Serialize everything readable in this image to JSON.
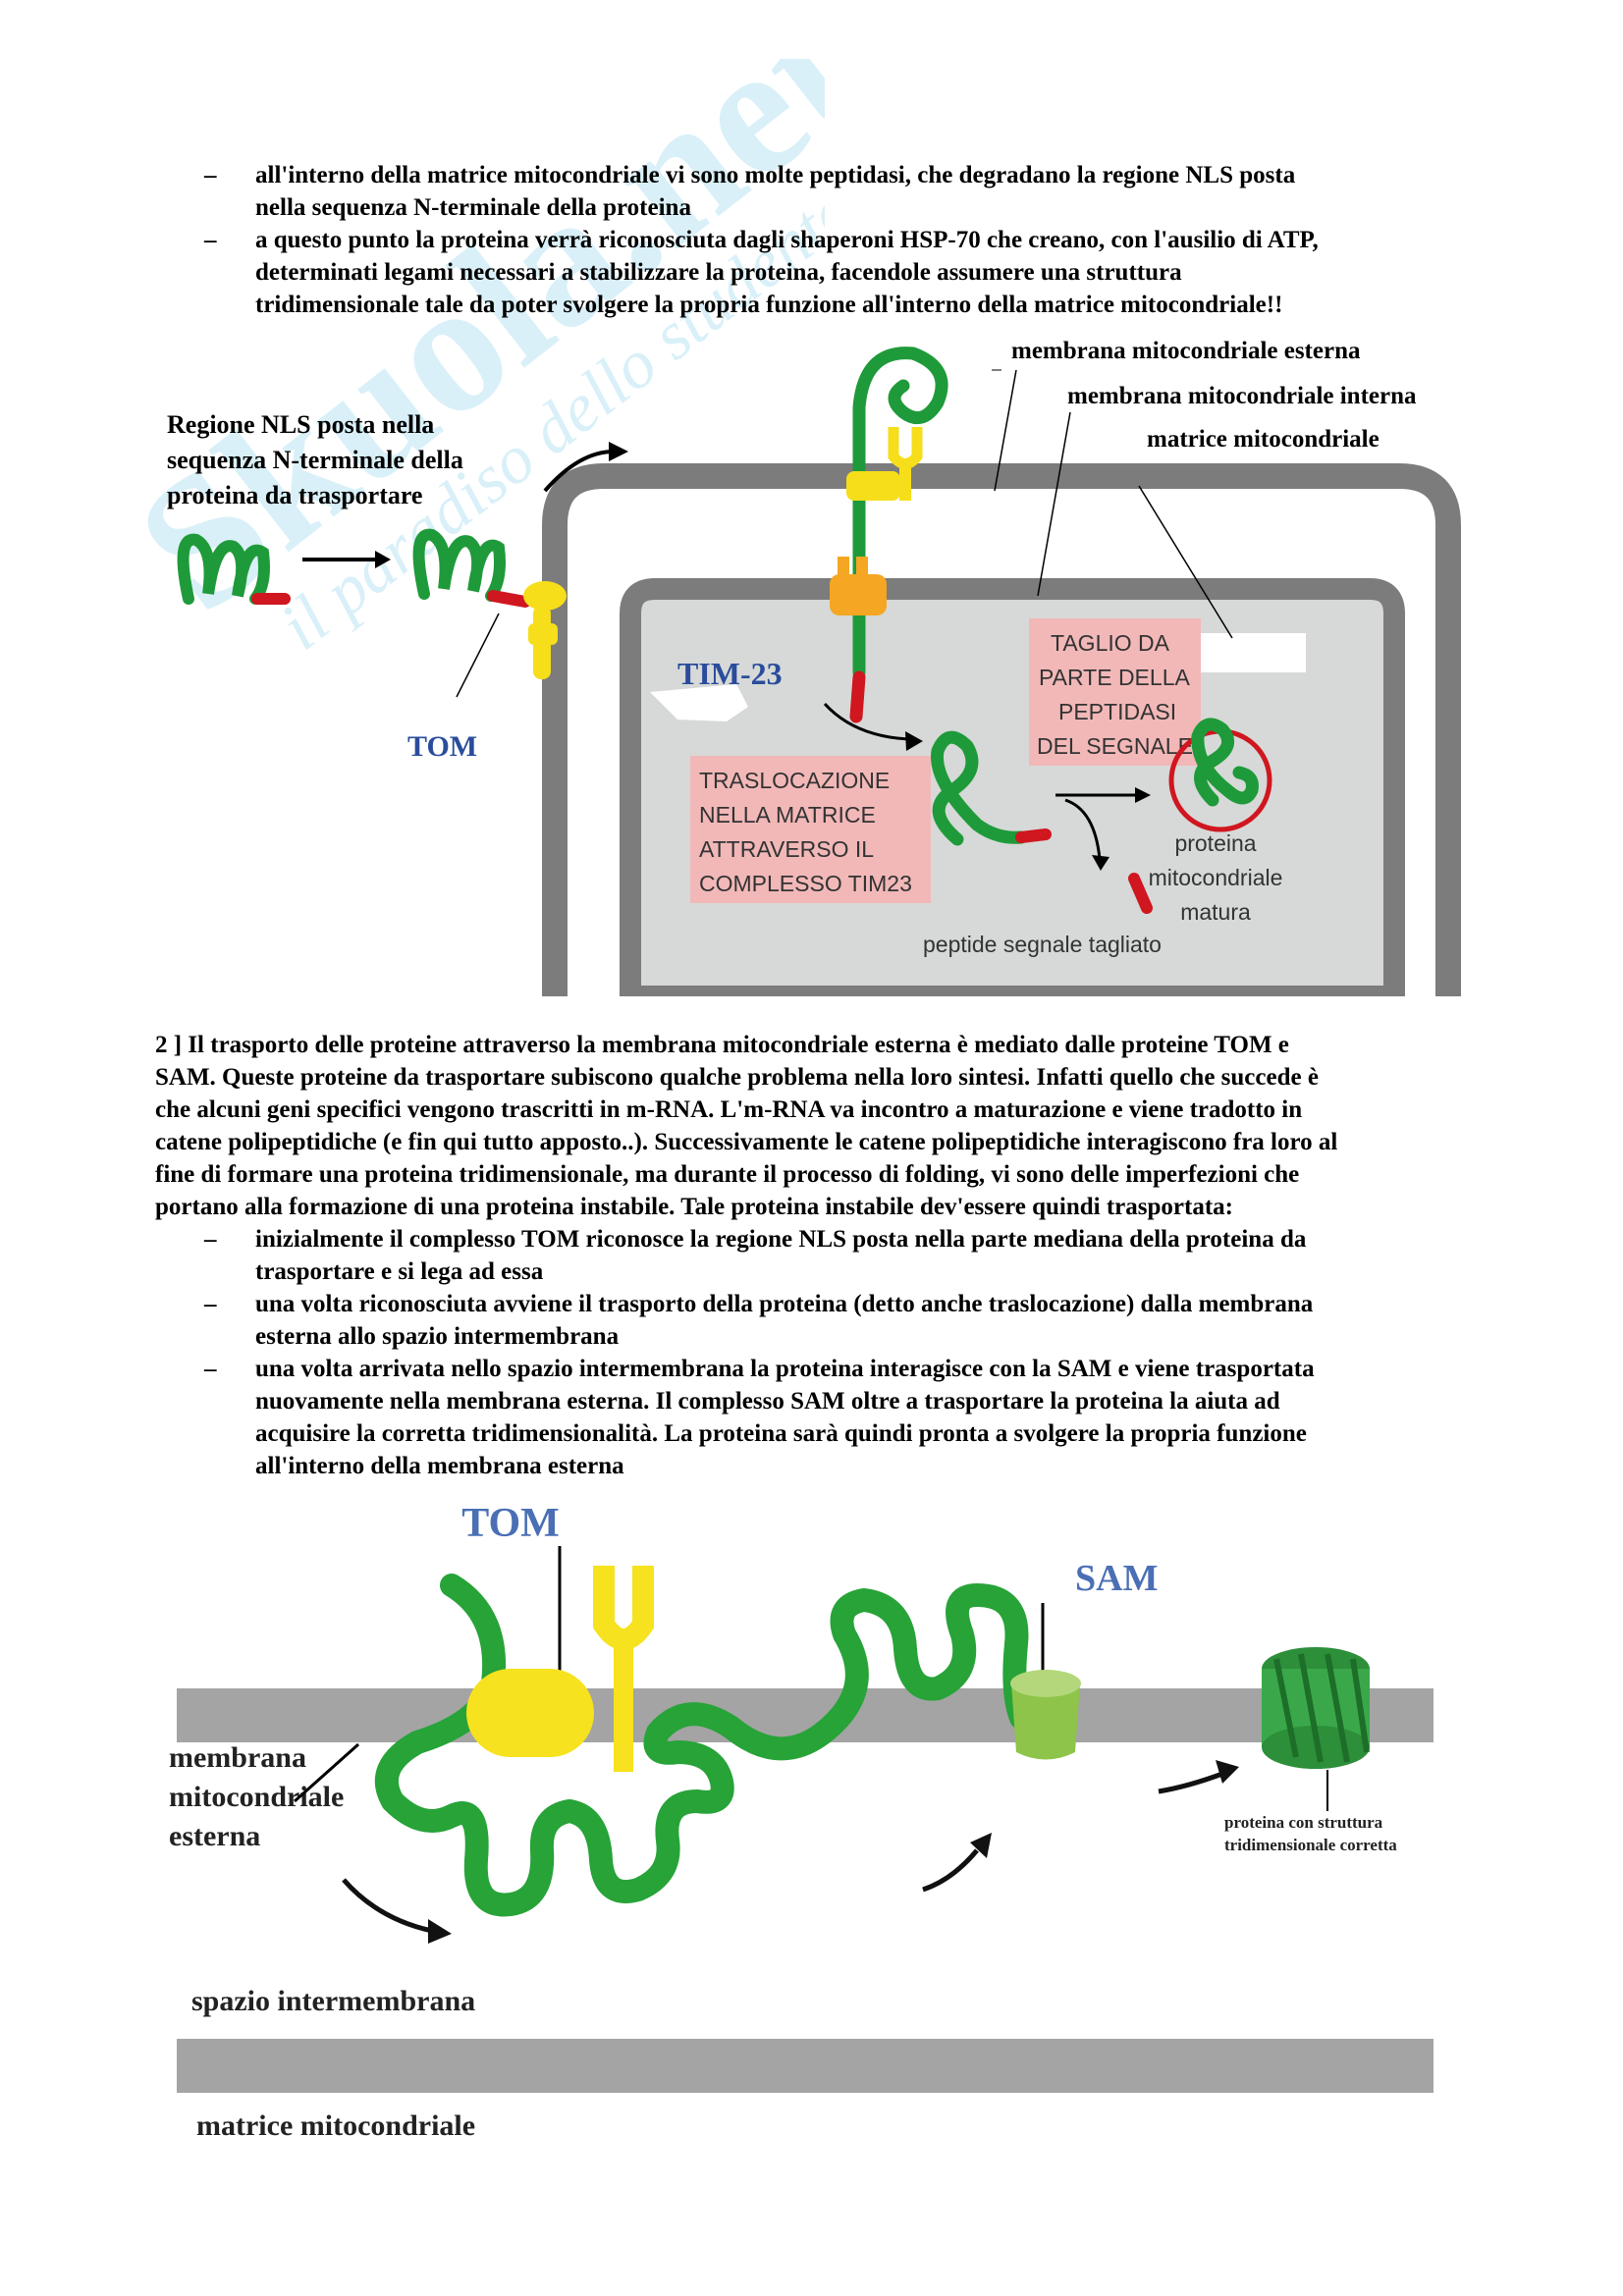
{
  "watermark": {
    "brand": "Skuola.net",
    "slogan": "il paradiso dello studente"
  },
  "intro_bullets": [
    {
      "dash": "–",
      "lines": [
        "all'interno della matrice mitocondriale vi sono molte peptidasi, che degradano la regione NLS posta",
        "nella sequenza N-terminale della proteina"
      ]
    },
    {
      "dash": "–",
      "lines": [
        "a questo punto la proteina verrà riconosciuta dagli shaperoni HSP-70 che creano, con l'ausilio di ATP,",
        "determinati legami necessari a stabilizzare la proteina, facendole assumere una struttura",
        "tridimensionale tale da poter svolgere la propria funzione all'interno della matrice mitocondriale!!"
      ]
    }
  ],
  "figure1": {
    "label_outer_membrane": "membrana mitocondriale esterna",
    "label_inner_membrane": "membrana mitocondriale interna",
    "label_matrix": "matrice mitocondriale",
    "label_nls": [
      "Regione NLS posta nella",
      "sequenza N-terminale della",
      "proteina da trasportare"
    ],
    "label_tom": "TOM",
    "label_tim23": "TIM-23",
    "box_translocation": [
      "TRASLOCAZIONE",
      "NELLA MATRICE",
      "ATTRAVERSO IL",
      "COMPLESSO TIM23"
    ],
    "box_cleavage": [
      "TAGLIO DA",
      "PARTE DELLA",
      "PEPTIDASI",
      "DEL SEGNALE"
    ],
    "label_mature": [
      "proteina",
      "mitocondriale",
      "matura"
    ],
    "label_cut_peptide": "peptide segnale tagliato",
    "colors": {
      "protein": "#1f9a3a",
      "signal": "#d0161f",
      "tom": "#f6de1a",
      "tim23": "#f5a623",
      "membrane": "#7b7c7b",
      "matrix": "#d6d9d7",
      "box": "#f2b8b8"
    }
  },
  "section2": {
    "paragraph": [
      "2 ] Il trasporto delle proteine attraverso la membrana mitocondriale esterna è mediato dalle proteine TOM e",
      "SAM. Queste proteine da trasportare subiscono qualche problema nella loro sintesi. Infatti quello che succede è",
      "che alcuni geni specifici vengono trascritti in m-RNA. L'm-RNA va incontro a maturazione e viene tradotto in",
      "catene polipeptidiche (e fin qui tutto apposto..). Successivamente le catene polipeptidiche interagiscono fra loro al",
      "fine di formare una proteina tridimensionale, ma durante il processo di folding, vi sono delle imperfezioni che",
      "portano alla formazione di una proteina instabile. Tale proteina instabile dev'essere quindi trasportata:"
    ],
    "bullets": [
      {
        "dash": "–",
        "lines": [
          "inizialmente il complesso TOM riconosce la regione NLS posta nella parte mediana della proteina da",
          "trasportare e si lega ad essa"
        ]
      },
      {
        "dash": "–",
        "lines": [
          "una volta riconosciuta avviene il trasporto della proteina (detto anche traslocazione) dalla membrana",
          "esterna allo spazio intermembrana"
        ]
      },
      {
        "dash": "–",
        "lines": [
          "una volta arrivata nello spazio intermembrana la proteina interagisce con la SAM e viene trasportata",
          "nuovamente nella membrana esterna. Il complesso SAM oltre a trasportare la proteina la aiuta ad",
          "acquisire la corretta tridimensionalità. La proteina sarà quindi pronta a svolgere la propria funzione",
          "all'interno della membrana esterna"
        ]
      }
    ]
  },
  "figure2": {
    "label_tom": "TOM",
    "label_sam": "SAM",
    "label_outer_membrane": [
      "membrana",
      "mitocondriale",
      "esterna"
    ],
    "label_product": [
      "proteina con struttura",
      "tridimensionale corretta"
    ],
    "label_intermembrane": "spazio intermembrana",
    "label_matrix": "matrice mitocondriale",
    "colors": {
      "protein": "#27a338",
      "tom": "#f6e21e",
      "sam": "#8ec44a",
      "membrane": "#a3a4a3",
      "label_blue": "#4a6fb5"
    }
  }
}
